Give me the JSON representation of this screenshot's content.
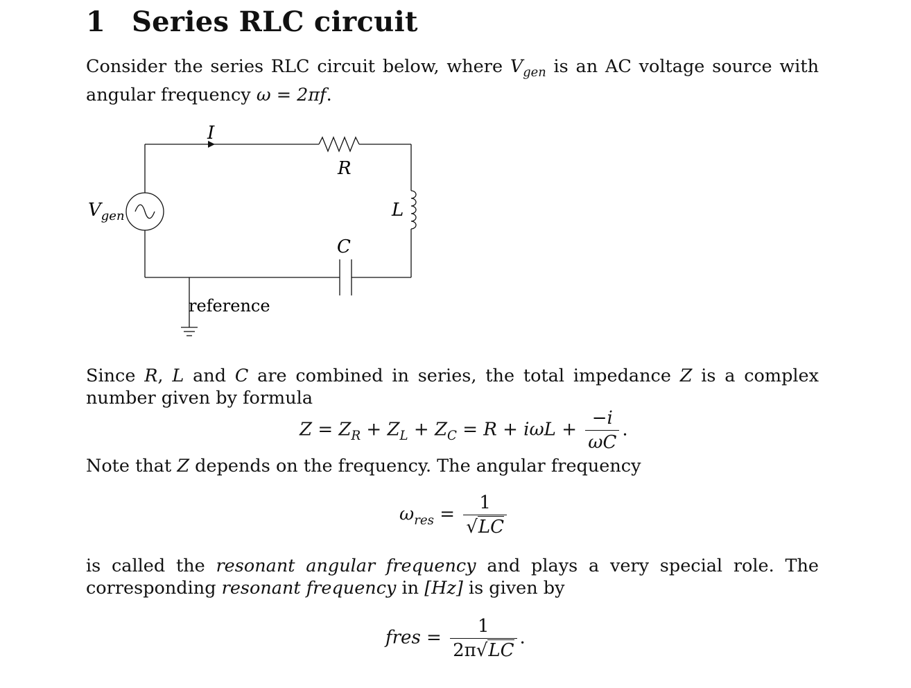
{
  "section": {
    "number": "1",
    "title": "Series RLC circuit"
  },
  "intro": {
    "part1": "Consider the series RLC circuit below, where",
    "vgen_symbol": "V",
    "vgen_sub": "gen",
    "part2": "is an AC voltage source with angular frequency",
    "omega_eq": "ω = 2πf",
    "end": "."
  },
  "circuit": {
    "current_label": "I",
    "resistor_label": "R",
    "inductor_label": "L",
    "capacitor_label": "C",
    "source_label": "V",
    "source_sub": "gen",
    "ground_label": "reference"
  },
  "impedance_text": {
    "a": "Since",
    "R": "R",
    "comma": ",",
    "L": "L",
    "and": "and",
    "C": "C",
    "b": "are combined in series, the total impedance",
    "Z": "Z",
    "c": "is a complex number given by formula"
  },
  "impedance_formula": {
    "lhs": "Z = Z",
    "zr_sub": "R",
    "plus1": " + Z",
    "zl_sub": "L",
    "plus2": " + Z",
    "zc_sub": "C",
    "rhs": " = R + iωL + ",
    "num": "−i",
    "den": "ωC",
    "end": "."
  },
  "note": {
    "a": "Note that",
    "Z": "Z",
    "b": "depends on the frequency. The angular frequency"
  },
  "omega_res": {
    "symbol": "ω",
    "sub": "res",
    "eq": " = ",
    "num": "1",
    "sqrt_sign": "√",
    "sqrt_arg": "LC"
  },
  "resonant_text": {
    "a": "is called the",
    "term1": "resonant angular frequency",
    "b": "and plays a very special role. The corresponding",
    "term2": "resonant frequency",
    "c": "in",
    "unit": "[Hz]",
    "d": "is given by"
  },
  "f_res": {
    "lhs": "fres",
    "eq": " = ",
    "num": "1",
    "den_prefix": "2π",
    "sqrt_sign": "√",
    "sqrt_arg": "LC",
    "end": "."
  }
}
